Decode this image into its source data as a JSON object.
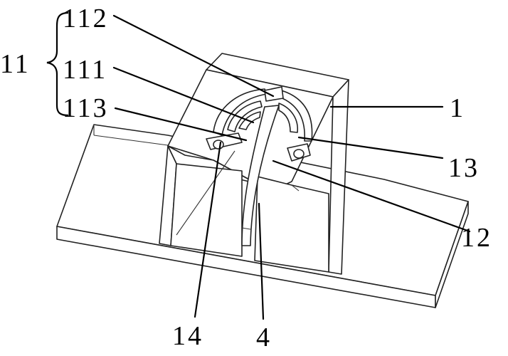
{
  "labels": {
    "group_11": "11",
    "part_112": "112",
    "part_111": "111",
    "part_113": "113",
    "part_1": "1",
    "part_13": "13",
    "part_12": "12",
    "part_14": "14",
    "part_4": "4"
  }
}
